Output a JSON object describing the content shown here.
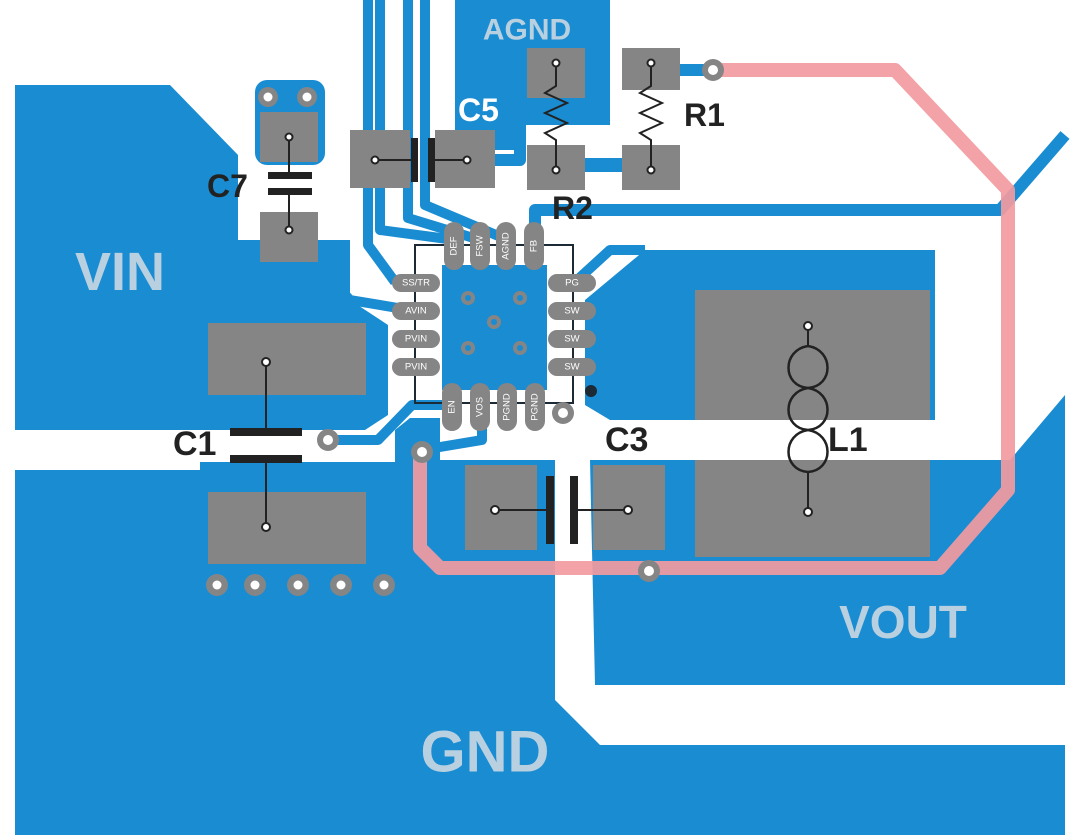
{
  "net_labels": {
    "vin": "VIN",
    "gnd": "GND",
    "vout": "VOUT",
    "agnd": "AGND"
  },
  "components": {
    "c1": "C1",
    "c3": "C3",
    "c5": "C5",
    "c7": "C7",
    "r1": "R1",
    "r2": "R2",
    "l1": "L1"
  },
  "ic_pins": {
    "top": [
      "DEF",
      "FSW",
      "AGND",
      "FB"
    ],
    "left": [
      "SS/TR",
      "AVIN",
      "PVIN",
      "PVIN"
    ],
    "right": [
      "PG",
      "SW",
      "SW",
      "SW"
    ],
    "bottom": [
      "EN",
      "VOS",
      "PGND",
      "PGND"
    ]
  },
  "colors": {
    "copper": "#1a8cd2",
    "pad": "#858585",
    "background": "#ffffff",
    "net_label": "#b8d0e0",
    "feedback_trace": "#f29aa0",
    "component_symbol": "#222222"
  }
}
